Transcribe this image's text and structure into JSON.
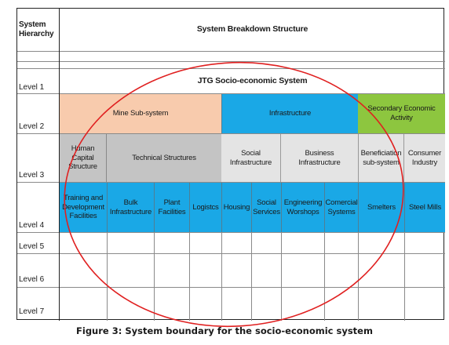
{
  "header": {
    "hierarchy_label": "System Hierarchy",
    "breakdown_label": "System Breakdown Structure"
  },
  "levels": [
    "Level 1",
    "Level 2",
    "Level 3",
    "Level 4",
    "Level 5",
    "Level 6",
    "Level 7"
  ],
  "level1": {
    "title": "JTG Socio-economic System"
  },
  "level2": {
    "mine": "Mine Sub-system",
    "infrastructure": "Infrastructure",
    "secondary": "Secondary Economic Activity"
  },
  "level3": {
    "human_capital": "Human Capital Structure",
    "technical": "Technical Structures",
    "social": "Social Infrastructure",
    "business": "Business Infrastructure",
    "beneficiation": "Beneficiation sub-system",
    "consumer": "Consumer Industry"
  },
  "level4": {
    "training": "Training and Development Facilities",
    "bulk": "Bulk Infrastructure",
    "plant": "Plant Facilities",
    "logistics": "Logistcs",
    "housing": "Housing",
    "social_services": "Social Services",
    "engineering": "Engineering Worshops",
    "commercial": "Comercial Systems",
    "smelters": "Smelters",
    "steel": "Steel Mills"
  },
  "caption": "Figure 3: System boundary for the socio-economic system",
  "colors": {
    "blue": "#1aa8e6",
    "peach": "#f8cbad",
    "green": "#8dc63f",
    "grey": "#c4c4c4",
    "light_grey": "#e4e4e4",
    "ellipse": "#e02020"
  }
}
